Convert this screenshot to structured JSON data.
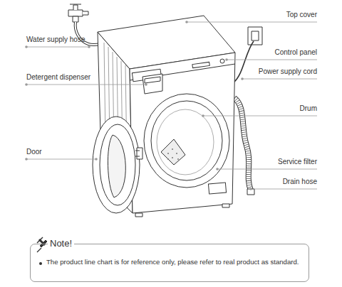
{
  "diagram": {
    "nodes": [
      {
        "text": [
          "Note!",
          "The product line chart is for reference only, please refer to real product as standard."
        ]
      }
    ],
    "labels": [
      "Top cover",
      "Water supply hose",
      "Control panel",
      "Power supply cord",
      "Detergent dispenser",
      "Drum",
      "Door",
      "Service filter",
      "Drain hose"
    ]
  }
}
